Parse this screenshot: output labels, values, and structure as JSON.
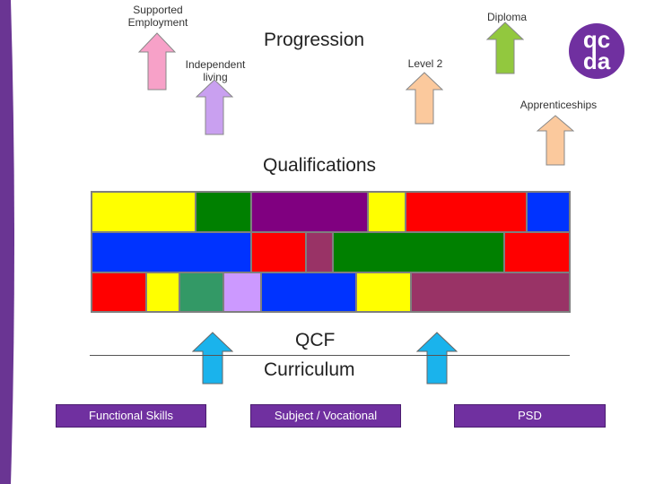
{
  "headings": {
    "progression": "Progression",
    "qualifications": "Qualifications",
    "qcf": "QCF",
    "curriculum": "Curriculum"
  },
  "outcomes": {
    "supported_employment": "Supported Employment",
    "diploma": "Diploma",
    "independent_living": "Independent living",
    "level2": "Level 2",
    "apprenticeships": "Apprenticeships"
  },
  "buttons": {
    "functional_skills": "Functional Skills",
    "subject_vocational": "Subject / Vocational",
    "psd": "PSD"
  },
  "logo": {
    "line1": "qc",
    "line2": "da"
  },
  "colors": {
    "purple": "#7030a0",
    "pink_arrow": "#f7a1c8",
    "green_arrow": "#92c83e",
    "lilac_arrow": "#c9a0f0",
    "peach_arrow": "#fbc99d",
    "cyan_arrow": "#1ab3ec"
  }
}
